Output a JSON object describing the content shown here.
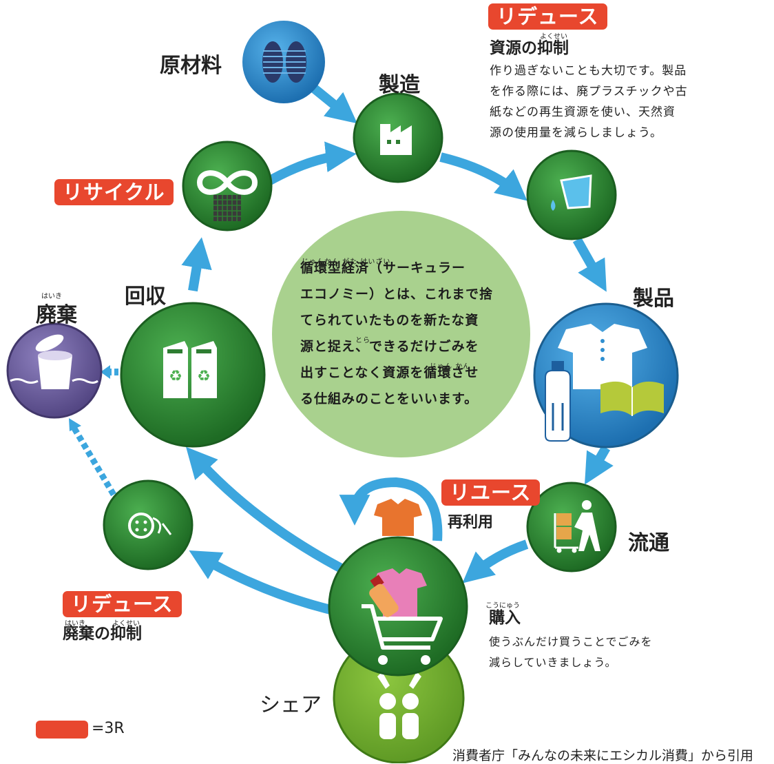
{
  "nodes": {
    "raw_materials": "原材料",
    "manufacturing": "製造",
    "product": "製品",
    "distribution": "流通",
    "collection": "回収",
    "disposal": "廃棄",
    "share": "シェア"
  },
  "tags": {
    "reduce_top": "リデュース",
    "recycle": "リサイクル",
    "reuse": "リユース",
    "reduce_bottom": "リデュース"
  },
  "annotations": {
    "resource_suppression": "資源の抑制",
    "resource_suppression_ruby": "よくせい",
    "resource_suppression_desc": [
      "作り過ぎないことも大切です。製品",
      "を作る際には、廃プラスチックや古",
      "紙などの再生資源を使い、天然資",
      "源の使用量を減らしましょう。"
    ],
    "reuse_sub": "再利用",
    "purchase": "購入",
    "purchase_ruby": "こうにゅう",
    "purchase_desc": [
      "使うぶんだけ買うことでごみを",
      "減らしていきましょう。"
    ],
    "disposal_suppression": "廃棄の抑制",
    "disposal_ruby_1": "はいき",
    "disposal_ruby_2": "よくせい",
    "disposal_node_ruby": "はいき"
  },
  "center": {
    "ruby_line1": "じゅんかん がた けいざい",
    "lines": [
      "循環型経済（サーキュラー",
      "エコノミー）とは、これまで捨",
      "てられていたものを新たな資",
      "源と捉え、できるだけごみを",
      "出すことなく資源を循環させ",
      "る仕組みのことをいいます。"
    ],
    "ruby_tora": "とら",
    "ruby_junkan": "じゅん かん"
  },
  "legend": {
    "label": "=3R"
  },
  "credit": "消費者庁「みんなの未来にエシカル消費」から引用",
  "colors": {
    "green": "#2e7d32",
    "blue": "#2f8fd0",
    "purple": "#6f5f9f",
    "arrow": "#3ca6de",
    "tag_red": "#e8472e",
    "center_green": "#a9d18e"
  }
}
